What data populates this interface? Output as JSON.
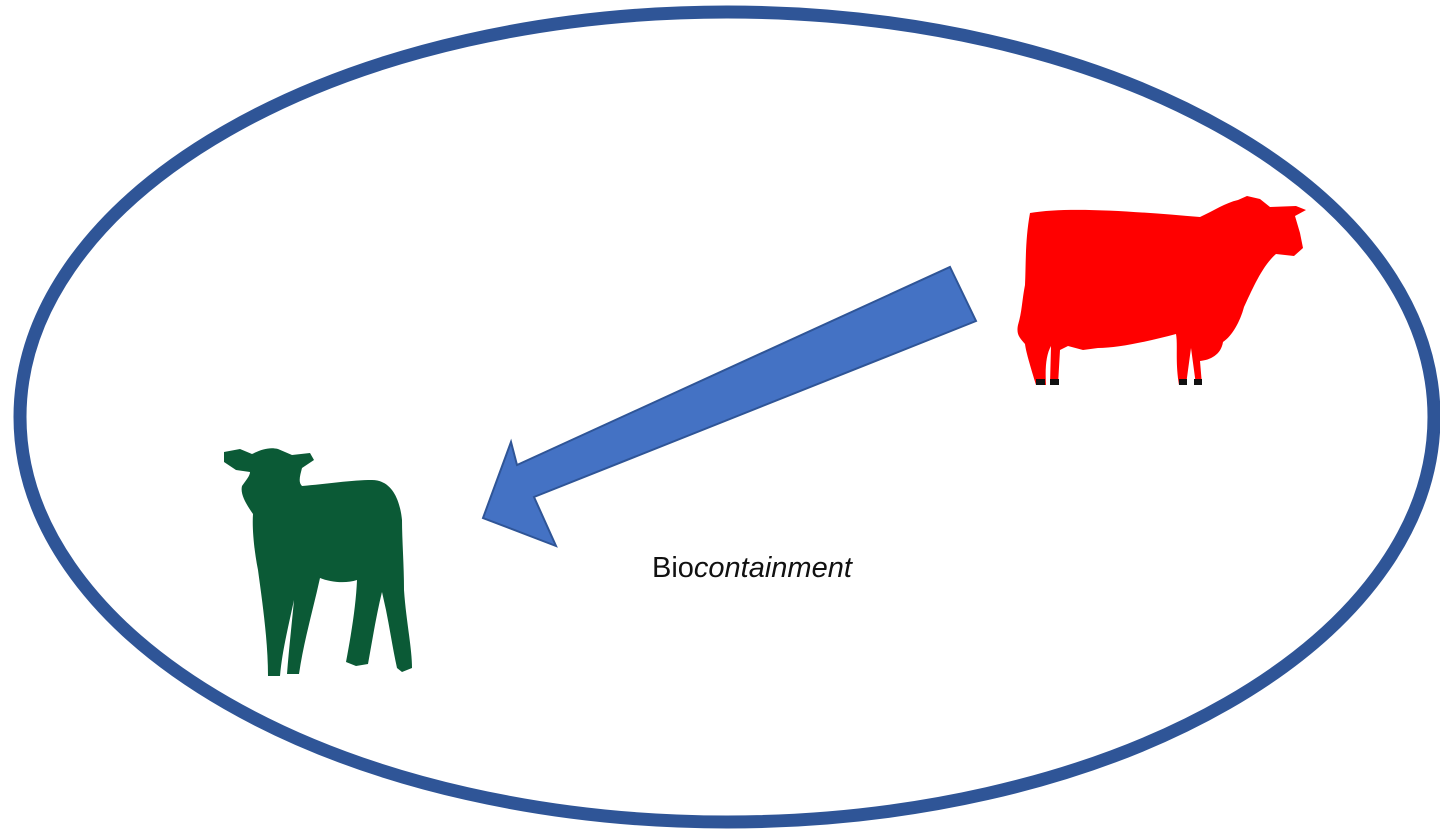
{
  "diagram": {
    "label": {
      "prefix": "Bio",
      "italic": "containment"
    },
    "boundary": {
      "shape": "ellipse",
      "stroke_color": "#2f5597"
    },
    "arrow": {
      "direction": "from-cow-to-calf",
      "fill_color": "#4472c4",
      "stroke_color": "#2f5597"
    },
    "animals": [
      {
        "name": "cow",
        "color": "#ff0000"
      },
      {
        "name": "calf",
        "color": "#0b5a36"
      }
    ]
  }
}
